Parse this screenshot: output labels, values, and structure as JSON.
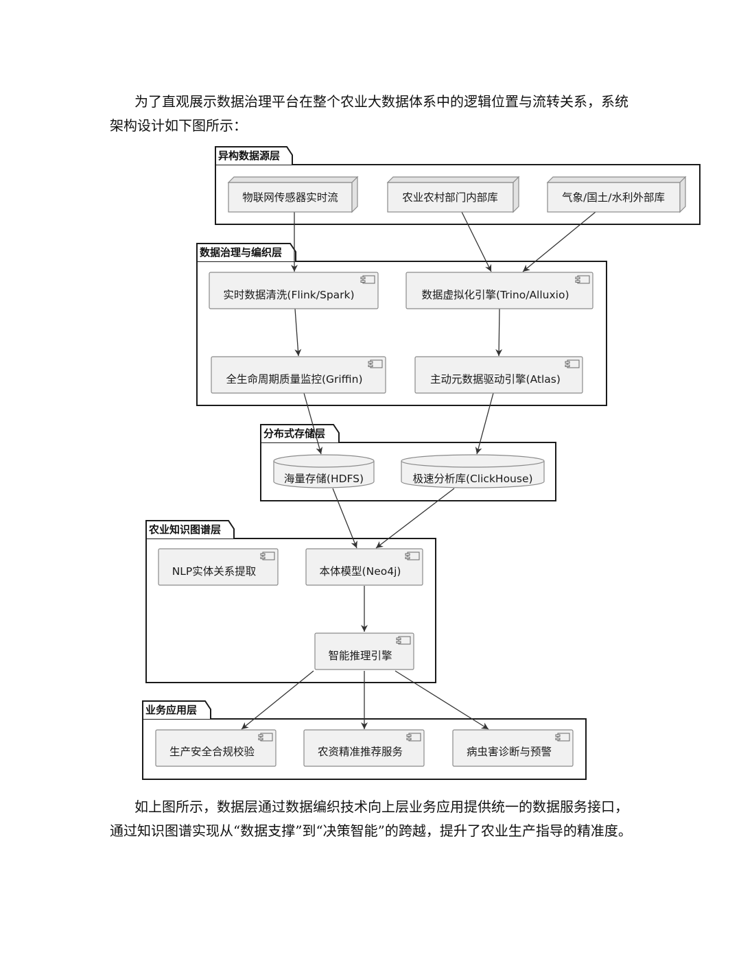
{
  "paragraphs": {
    "intro": "为了直观展示数据治理平台在整个农业大数据体系中的逻辑位置与流转关系，系统架构设计如下图所示：",
    "conclusion": "如上图所示，数据层通过数据编织技术向上层业务应用提供统一的数据服务接口，通过知识图谱实现从“数据支撑”到“决策智能”的跨越，提升了农业生产指导的精准度。"
  },
  "packages": {
    "source": "异构数据源层",
    "governance": "数据治理与编织层",
    "storage": "分布式存储层",
    "knowledge": "农业知识图谱层",
    "application": "业务应用层"
  },
  "nodes": {
    "iot": "物联网传感器实时流",
    "agri_dept": "农业农村部门内部库",
    "weather_dept": "气象/国土/水利外部库",
    "realtime_clean": "实时数据清洗(Flink/Spark)",
    "virtualization": "数据虚拟化引擎(Trino/Alluxio)",
    "quality": "全生命周期质量监控(Griffin)",
    "metadata": "主动元数据驱动引擎(Atlas)",
    "hdfs": "海量存储(HDFS)",
    "clickhouse": "极速分析库(ClickHouse)",
    "nlp": "NLP实体关系提取",
    "ontology": "本体模型(Neo4j)",
    "reasoning": "智能推理引擎",
    "compliance": "生产安全合规校验",
    "recommend": "农资精准推荐服务",
    "pest": "病虫害诊断与预警"
  },
  "edges": [
    [
      "iot",
      "realtime_clean"
    ],
    [
      "agri_dept",
      "virtualization"
    ],
    [
      "weather_dept",
      "virtualization"
    ],
    [
      "realtime_clean",
      "quality"
    ],
    [
      "virtualization",
      "metadata"
    ],
    [
      "quality",
      "hdfs"
    ],
    [
      "metadata",
      "clickhouse"
    ],
    [
      "hdfs",
      "ontology"
    ],
    [
      "clickhouse",
      "ontology"
    ],
    [
      "ontology",
      "reasoning"
    ],
    [
      "reasoning",
      "compliance"
    ],
    [
      "reasoning",
      "recommend"
    ],
    [
      "reasoning",
      "pest"
    ]
  ]
}
